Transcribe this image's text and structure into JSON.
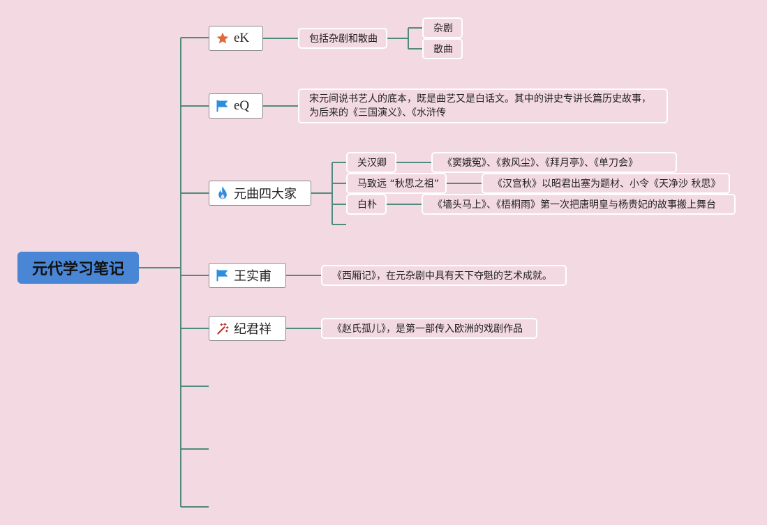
{
  "root": {
    "label": "元代学习笔记"
  },
  "branches": [
    {
      "label": "eK",
      "icon": "star-icon",
      "children": [
        {
          "label": "包括杂剧和散曲",
          "children": [
            {
              "label": "杂剧"
            },
            {
              "label": "散曲"
            }
          ]
        }
      ]
    },
    {
      "label": "eQ",
      "icon": "flag-icon",
      "children": [
        {
          "lines": [
            "宋元间说书艺人的底本，既是曲艺又是白话文。其中的讲史专讲长篇历史故事，",
            "为后来的《三国演义》、《水浒传"
          ]
        }
      ]
    },
    {
      "label": "元曲四大家",
      "icon": "fire-icon",
      "children": [
        {
          "label": "关汉卿",
          "detail": "《窦娥冤》、《救风尘》、《拜月亭》、《单刀会》"
        },
        {
          "label": "马致远 “秋思之祖”",
          "detail": "《汉宫秋》以昭君出塞为题材、小令《天净沙 秋思》"
        },
        {
          "label": "白朴",
          "detail": "《墙头马上》、《梧桐雨》第一次把唐明皇与杨贵妃的故事搬上舞台"
        }
      ]
    },
    {
      "label": "王实甫",
      "icon": "flag-icon",
      "children": [
        {
          "label": "《西厢记》，在元杂剧中具有天下夺魁的艺术成就。"
        }
      ]
    },
    {
      "label": "纪君祥",
      "icon": "magic-wand-icon",
      "children": [
        {
          "label": "《赵氏孤儿》，是第一部传入欧洲的戏剧作品"
        }
      ]
    }
  ],
  "colors": {
    "background": "#f3d9e1",
    "line": "#4f8a7c",
    "root_fill": "#4a86d6",
    "star": "#e06a3a",
    "flag": "#2a8fe0",
    "fire": "#2a8fe0",
    "wand": "#b8322a"
  }
}
